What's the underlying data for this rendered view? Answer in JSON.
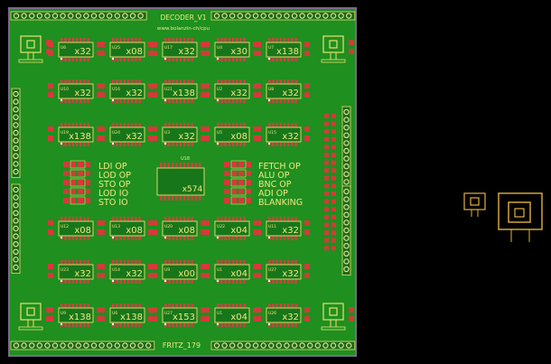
{
  "board": {
    "title": "DECODER_V1",
    "url": "www.bolanzin-ch/cpu",
    "footer": "FRITZ_179",
    "center_label": "U18",
    "center_part": "x574",
    "colors": {
      "background": "#000000",
      "pcb": "#1f8f1f",
      "outline": "#7a6a8a",
      "silk": "#e8e070",
      "chip_body": "#18761a",
      "pin": "#d04040",
      "pad": "#d43a3a",
      "header_pin": "#dde090",
      "text_silk": "#f0e880"
    }
  },
  "chips": [
    {
      "ref": "U6",
      "part": "x32"
    },
    {
      "ref": "U25",
      "part": "x08"
    },
    {
      "ref": "U17",
      "part": "x32"
    },
    {
      "ref": "U4",
      "part": "x30"
    },
    {
      "ref": "U7",
      "part": "x138"
    },
    {
      "ref": "U10",
      "part": "x32"
    },
    {
      "ref": "U16",
      "part": "x32"
    },
    {
      "ref": "U21",
      "part": "x138"
    },
    {
      "ref": "U2",
      "part": "x32"
    },
    {
      "ref": "U8",
      "part": "x32"
    },
    {
      "ref": "U19",
      "part": "x138"
    },
    {
      "ref": "U24",
      "part": "x32"
    },
    {
      "ref": "U3",
      "part": "x32"
    },
    {
      "ref": "U5",
      "part": "x08"
    },
    {
      "ref": "U15",
      "part": "x32"
    },
    {
      "ref": "U12",
      "part": "x08"
    },
    {
      "ref": "U13",
      "part": "x08"
    },
    {
      "ref": "U20",
      "part": "x08"
    },
    {
      "ref": "U22",
      "part": "x04"
    },
    {
      "ref": "U11",
      "part": "x32"
    },
    {
      "ref": "U23",
      "part": "x32"
    },
    {
      "ref": "U14",
      "part": "x32"
    },
    {
      "ref": "U9",
      "part": "x00"
    },
    {
      "ref": "U1",
      "part": "x04"
    },
    {
      "ref": "U27",
      "part": "x32"
    },
    {
      "ref": "U9",
      "part": "x138"
    },
    {
      "ref": "U6",
      "part": "x138"
    },
    {
      "ref": "U27",
      "part": "x153"
    },
    {
      "ref": "U1",
      "part": "x04"
    },
    {
      "ref": "U26",
      "part": "x32"
    }
  ],
  "left_labels": [
    "LDI OP",
    "LOD OP",
    "STO OP",
    "LOD IO",
    "STO IO"
  ],
  "right_labels": [
    "FETCH OP",
    "ALU OP",
    "BNC OP",
    "ADI OP",
    "BLANKING"
  ]
}
